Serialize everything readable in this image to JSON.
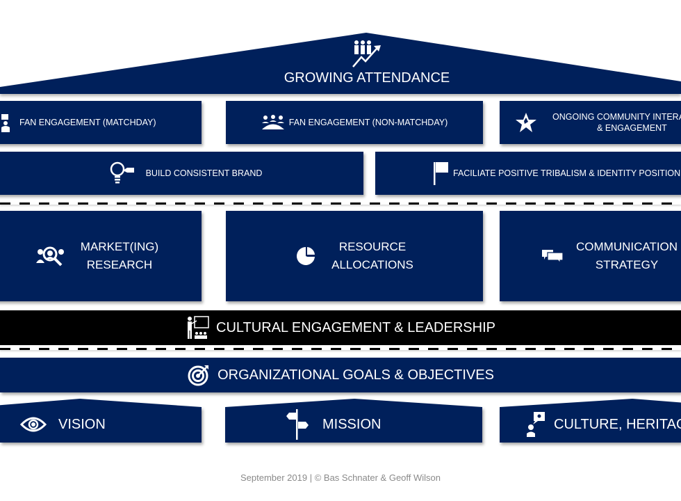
{
  "colors": {
    "navy": "#00205b",
    "black": "#000000",
    "white": "#ffffff",
    "footer_gray": "#8a8a8a"
  },
  "roof": {
    "label": "GROWING ATTENDANCE",
    "icon": "growing-people-chart-icon"
  },
  "row1": [
    {
      "label": "FAN ENGAGEMENT  (MATCHDAY)",
      "icon": "person-presenter-icon"
    },
    {
      "label": "FAN ENGAGEMENT (NON-MATCHDAY)",
      "icon": "group-meeting-icon"
    },
    {
      "label_line1": "ONGOING COMMUNITY INTERACTION",
      "label_line2": "& ENGAGEMENT",
      "icon": "hands-star-icon"
    }
  ],
  "row2": [
    {
      "label": "BUILD CONSISTENT BRAND",
      "icon": "lightbulb-tag-icon"
    },
    {
      "label": "FACILIATE POSITIVE TRIBALISM & IDENTITY POSITIONING",
      "icon": "flag-icon"
    }
  ],
  "row3": [
    {
      "label_line1": "MARKET(ING)",
      "label_line2": "RESEARCH",
      "icon": "people-search-icon"
    },
    {
      "label_line1": "RESOURCE",
      "label_line2": "ALLOCATIONS",
      "icon": "pie-chart-icon"
    },
    {
      "label_line1": "COMMUNICATION",
      "label_line2": "STRATEGY",
      "icon": "chat-bubbles-icon"
    }
  ],
  "leadership": {
    "label": "CULTURAL ENGAGEMENT & LEADERSHIP",
    "icon": "presenter-audience-icon"
  },
  "goals": {
    "label": "ORGANIZATIONAL GOALS & OBJECTIVES",
    "icon": "target-icon"
  },
  "foundation": [
    {
      "label": "VISION",
      "icon": "eye-icon"
    },
    {
      "label": "MISSION",
      "icon": "signpost-icon"
    },
    {
      "label": "CULTURE, HERITAGE",
      "icon": "person-idea-icon"
    }
  ],
  "footer": {
    "text": "September  2019 | © Bas Schnater & Geoff Wilson"
  }
}
